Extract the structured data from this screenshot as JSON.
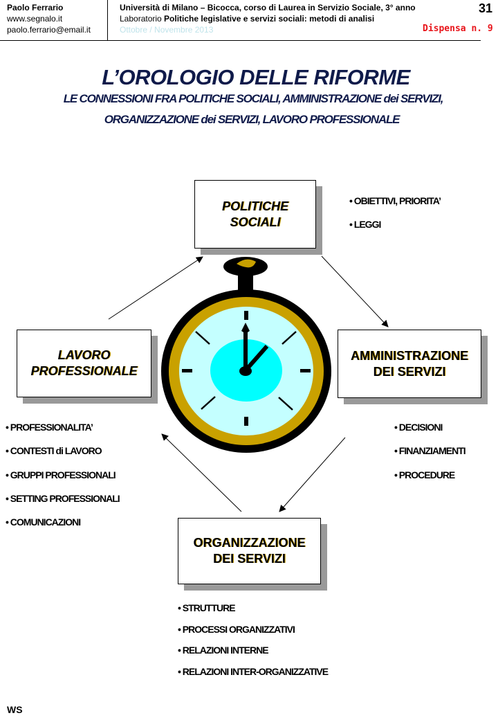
{
  "header": {
    "author": "Paolo Ferrario",
    "website": "www.segnalo.it",
    "email": "paolo.ferrario@email.it",
    "university_line": "Università di Milano – Bicocca, corso di  Laurea in Servizio Sociale, 3° anno",
    "lab_prefix": "Laboratorio ",
    "lab_title": "Politiche legislative e servizi sociali: metodi di analisi",
    "date": "Ottobre / Novembre 2013",
    "page_number": "31",
    "dispensa": "Dispensa n. 9"
  },
  "title": {
    "main": "L’OROLOGIO DELLE RIFORME",
    "subtitle_1": "LE CONNESSIONI FRA POLITICHE SOCIALI, AMMINISTRAZIONE dei SERVIZI,",
    "subtitle_2": "ORGANIZZAZIONE dei SERVIZI, LAVORO PROFESSIONALE"
  },
  "diagram": {
    "nodes": {
      "politiche": {
        "line1": "POLITICHE",
        "line2": "SOCIALI"
      },
      "amministrazione": {
        "line1": "AMMINISTRAZIONE",
        "line2": "DEI SERVIZI"
      },
      "organizzazione": {
        "line1": "ORGANIZZAZIONE",
        "line2": "DEI SERVIZI"
      },
      "lavoro": {
        "line1": "LAVORO",
        "line2": "PROFESSIONALE"
      }
    },
    "bullets": {
      "politiche": [
        "• OBIETTIVI, PRIORITA’",
        "•  LEGGI"
      ],
      "amministrazione": [
        "•  DECISIONI",
        "•  FINANZIAMENTI",
        "•  PROCEDURE"
      ],
      "organizzazione": [
        "•  STRUTTURE",
        "•  PROCESSI ORGANIZZATIVI",
        "• RELAZIONI INTERNE",
        "• RELAZIONI INTER-ORGANIZZATIVE"
      ],
      "lavoro": [
        "•  PROFESSIONALITA’",
        "•  CONTESTI di LAVORO",
        "•  GRUPPI PROFESSIONALI",
        "•  SETTING PROFESSIONALI",
        "•  COMUNICAZIONI"
      ]
    },
    "clock": {
      "colors": {
        "case": "#000000",
        "rim": "#c9a100",
        "face": "#c4ffff",
        "center": "#00ffff"
      }
    }
  },
  "footer": {
    "mark": "WS"
  }
}
